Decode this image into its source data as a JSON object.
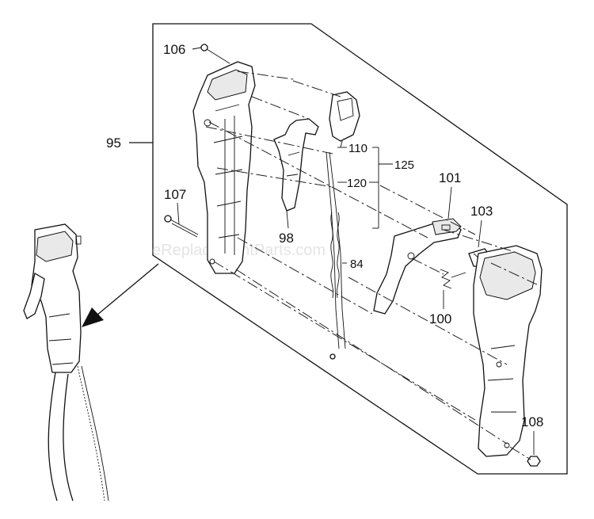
{
  "watermark": "eReplacementParts.com",
  "callouts": {
    "c95": "95",
    "c106": "106",
    "c107": "107",
    "c98": "98",
    "c110": "110",
    "c120": "120",
    "c125": "125",
    "c84": "84",
    "c101": "101",
    "c103": "103",
    "c100": "100",
    "c108": "108"
  }
}
